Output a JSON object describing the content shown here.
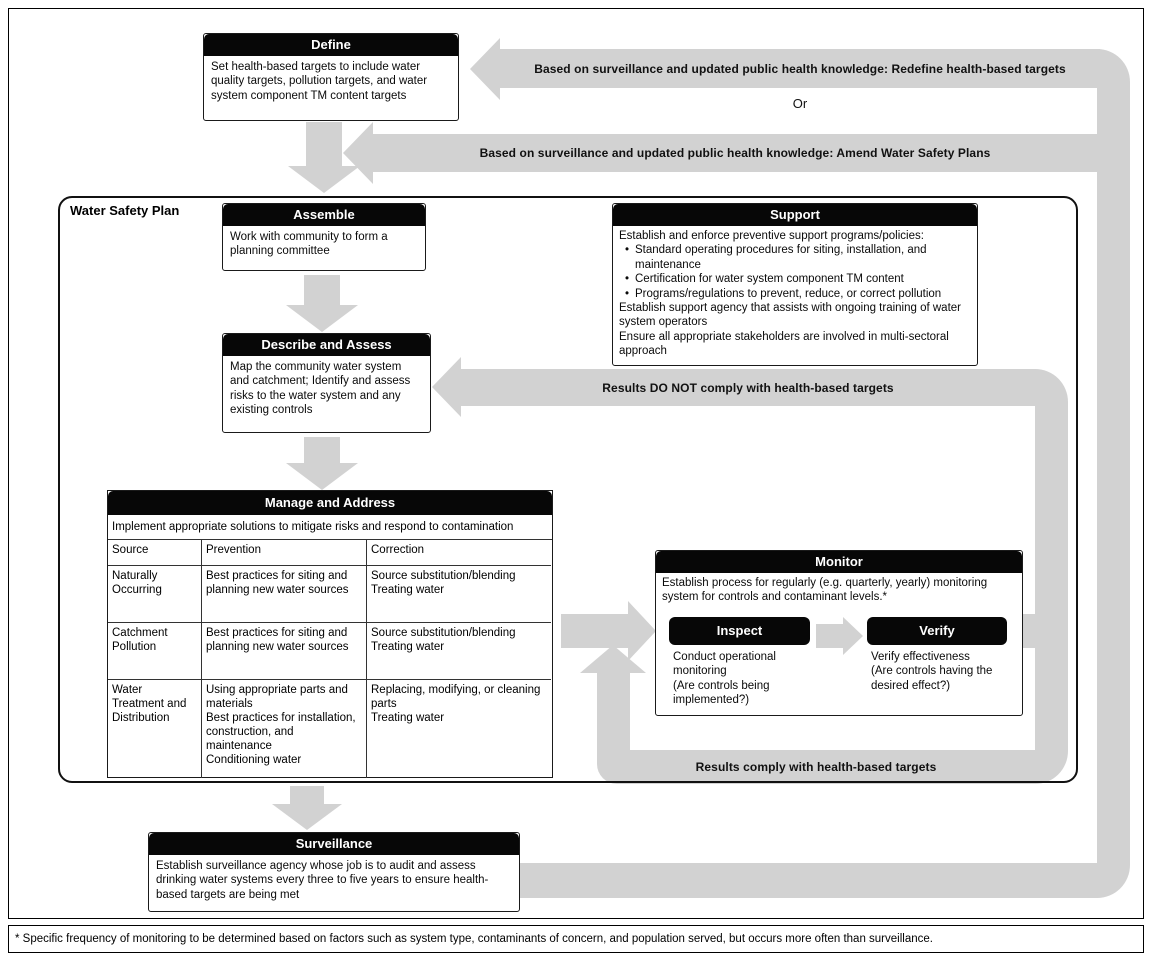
{
  "colors": {
    "band": "#d2d2d2",
    "bar_bg": "#070707",
    "bar_text": "#ffffff"
  },
  "define": {
    "title": "Define",
    "body": "Set health-based targets to include water quality targets, pollution targets, and water system component TM content targets"
  },
  "loops": {
    "redefine": "Based on surveillance and updated public health knowledge: Redefine health-based targets",
    "or": "Or",
    "amend": "Based on surveillance and updated public health knowledge: Amend Water Safety Plans",
    "not_comply": "Results DO NOT comply with health-based targets",
    "comply": "Results comply with health-based targets"
  },
  "wsp": {
    "label": "Water Safety Plan",
    "assemble": {
      "title": "Assemble",
      "body": "Work with community to form a planning committee"
    },
    "describe_assess": {
      "title": "Describe and Assess",
      "body": "Map the community water system and catchment; Identify and assess risks to the water system and any existing controls"
    },
    "support": {
      "title": "Support",
      "items": [
        {
          "text": "Establish and enforce preventive support programs/policies:"
        },
        {
          "text": "Standard operating procedures for siting, installation, and maintenance"
        },
        {
          "text": "Certification for water system component TM content"
        },
        {
          "text": "Programs/regulations to prevent, reduce, or correct pollution"
        },
        {
          "text": "Establish support agency that assists with ongoing training of water system operators"
        },
        {
          "text": "Ensure all appropriate stakeholders are involved in multi-sectoral approach"
        }
      ]
    },
    "manage_address": {
      "title": "Manage and Address",
      "subtitle": "Implement appropriate solutions to mitigate risks and respond to contamination",
      "headers": [
        "Source",
        "Prevention",
        "Correction"
      ],
      "rows": [
        {
          "source": "Naturally Occurring",
          "prevention": [
            "Best practices for siting and planning new water sources"
          ],
          "correction": [
            "Source substitution/blending",
            "Treating water"
          ]
        },
        {
          "source": "Catchment Pollution",
          "prevention": [
            "Best practices for siting and planning new water sources"
          ],
          "correction": [
            "Source substitution/blending",
            "Treating water"
          ]
        },
        {
          "source": "Water Treatment and Distribution",
          "prevention": [
            "Using appropriate parts and materials",
            "Best practices for installation, construction, and maintenance",
            "Conditioning water"
          ],
          "correction": [
            "Replacing, modifying, or cleaning parts",
            "Treating water"
          ]
        }
      ]
    },
    "monitor": {
      "title": "Monitor",
      "body": "Establish process for regularly (e.g. quarterly, yearly) monitoring system for controls and contaminant levels.*",
      "inspect": {
        "title": "Inspect",
        "lines": [
          "Conduct operational monitoring",
          "(Are controls being implemented?)"
        ]
      },
      "verify": {
        "title": "Verify",
        "lines": [
          "Verify effectiveness",
          "(Are controls having the desired effect?)"
        ]
      }
    }
  },
  "surveillance": {
    "title": "Surveillance",
    "body": "Establish surveillance agency whose job is to audit and assess drinking water systems every three to five years to ensure health-based targets are being met"
  },
  "footnote": "* Specific frequency of monitoring to be determined based on factors such as system type, contaminants of concern, and population served, but occurs more often than surveillance."
}
